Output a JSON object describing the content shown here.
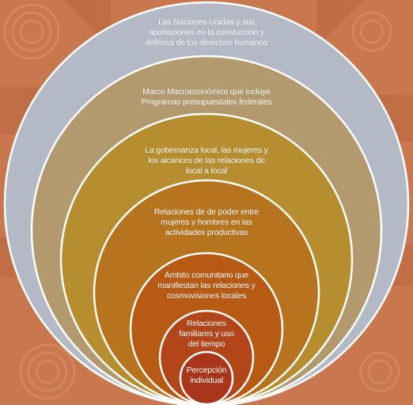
{
  "colors": {
    "background": "#c9774e",
    "pattern_light": "#d99870",
    "pattern_dark": "#b3623c",
    "circle_stroke": "#ffffff",
    "ring_fills": [
      "#b3bac5",
      "#b29a6e",
      "#b68e2f",
      "#b7741e",
      "#b65a14",
      "#b2461a",
      "#a9361a"
    ]
  },
  "diagram": {
    "type": "nested-circles",
    "levels": [
      {
        "label": "Las Naciones Unidas y sus\naportaciones en la constucción y\ndefensa de los derechos humanos"
      },
      {
        "label": "Marco Macroeconómico que incluye\nProgramas presupuestales federales"
      },
      {
        "label": "La gobernanza local, las mujeres y\nlos alcances de las relaciones de\nlocal a local"
      },
      {
        "label": "Relaciones de  de poder entre\nmujeres y hombres en las\nactividades productivas"
      },
      {
        "label": "Ámbito comunitario que\nmanifiestan las relaciones y\ncosmovisiones locales"
      },
      {
        "label": "Relaciones\nfamiliares y uso\ndel tiempo"
      },
      {
        "label": "Percepción\nindividual"
      }
    ]
  }
}
